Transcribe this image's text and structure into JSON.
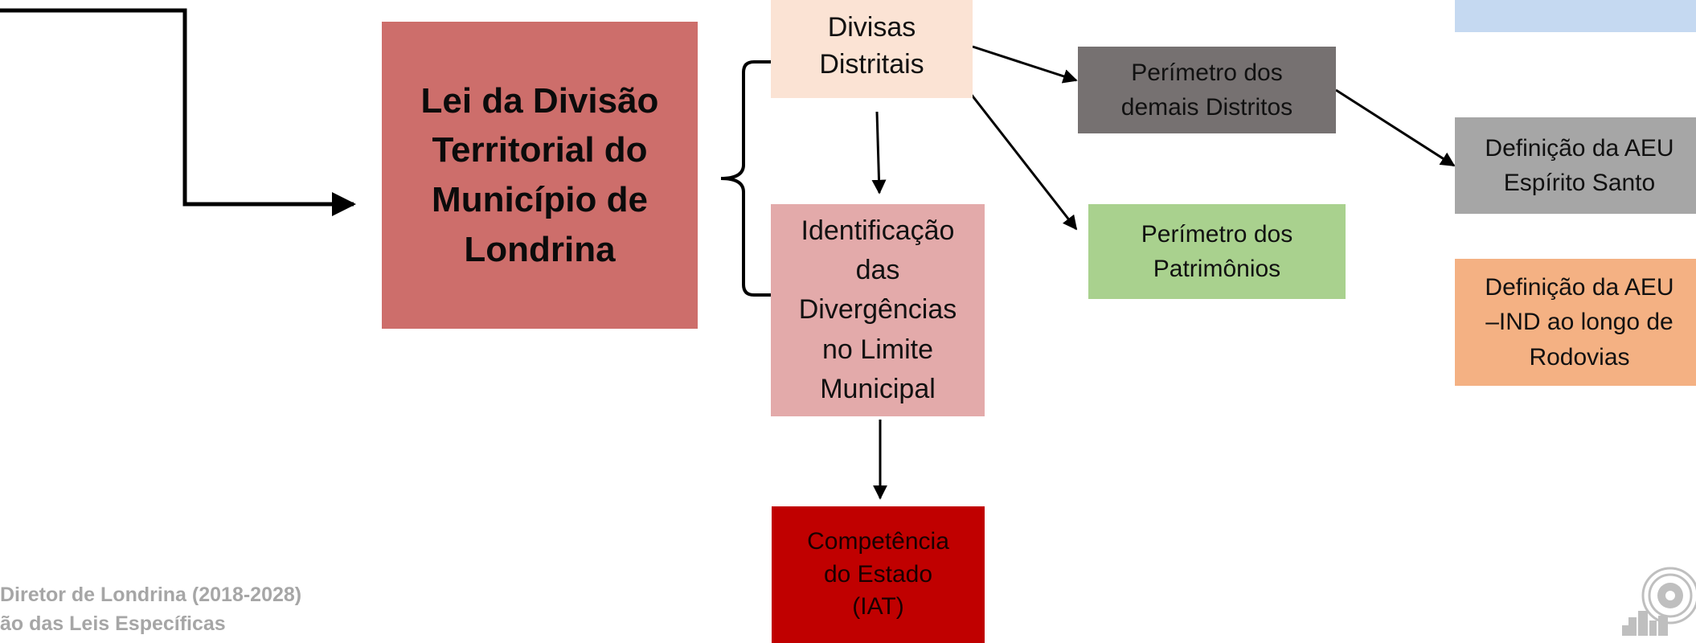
{
  "diagram": {
    "main": "Lei da Divisão\nTerritorial do\nMunicípio de\nLondrina",
    "divisas": "Divisas\nDistritais",
    "identificacao": "Identificação\ndas\nDivergências\nno Limite\nMunicipal",
    "competencia": "Competência\ndo Estado\n(IAT)",
    "perimetro_distritos": "Perímetro dos\ndemais Distritos",
    "perimetro_patrimonios": "Perímetro dos\nPatrimônios",
    "aeu_espirito_santo": "Definição da AEU\nEspírito Santo",
    "aeu_ind": "Definição da AEU\n–IND ao longo de\nRodovias"
  },
  "footer": {
    "line1": "Diretor de Londrina (2018-2028)",
    "line2": "ão das Leis Específicas"
  },
  "colors": {
    "main": "#cd6e6b",
    "divisas": "#fbe3d4",
    "identificacao": "#e3aaaa",
    "competencia": "#c00000",
    "perimetro_distritos": "#767171",
    "perimetro_patrimonios": "#a9d18e",
    "top_right": "#c5d9f1",
    "aeu_espirito_santo": "#a6a6a6",
    "aeu_ind": "#f4b183"
  },
  "icons": {
    "logo": "city-logo-icon"
  }
}
